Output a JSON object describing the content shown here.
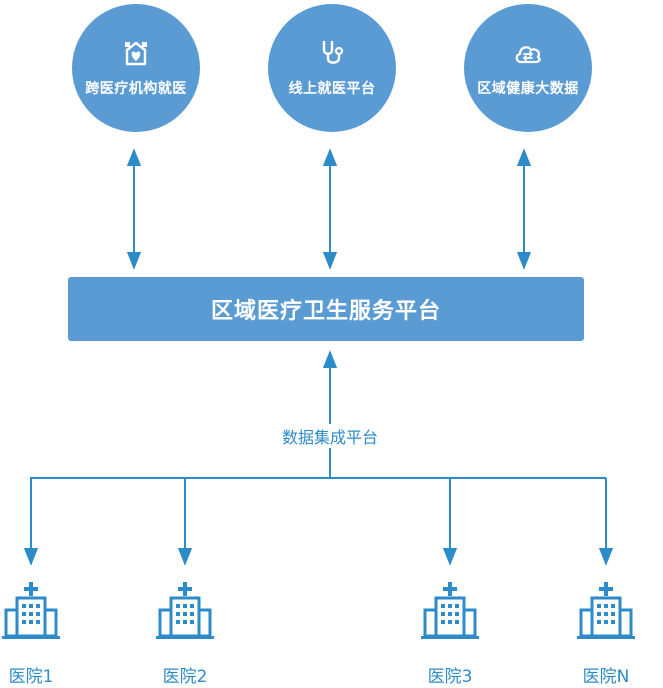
{
  "services": [
    {
      "label": "跨医疗机构就医",
      "icon": "hospital-heart-icon"
    },
    {
      "label": "线上就医平台",
      "icon": "stethoscope-icon"
    },
    {
      "label": "区域健康大数据",
      "icon": "cloud-sync-icon"
    }
  ],
  "platform": {
    "label": "区域医疗卫生服务平台"
  },
  "integration": {
    "label": "数据集成平台"
  },
  "hospitals": [
    {
      "label": "医院1",
      "icon": "hospital-building-icon"
    },
    {
      "label": "医院2",
      "icon": "hospital-building-icon"
    },
    {
      "label": "医院3",
      "icon": "hospital-building-icon"
    },
    {
      "label": "医院N",
      "icon": "hospital-building-icon"
    }
  ],
  "colors": {
    "node_fill": "#5b9bd4",
    "line": "#2e8bc9",
    "text_on_node": "#ffffff"
  }
}
